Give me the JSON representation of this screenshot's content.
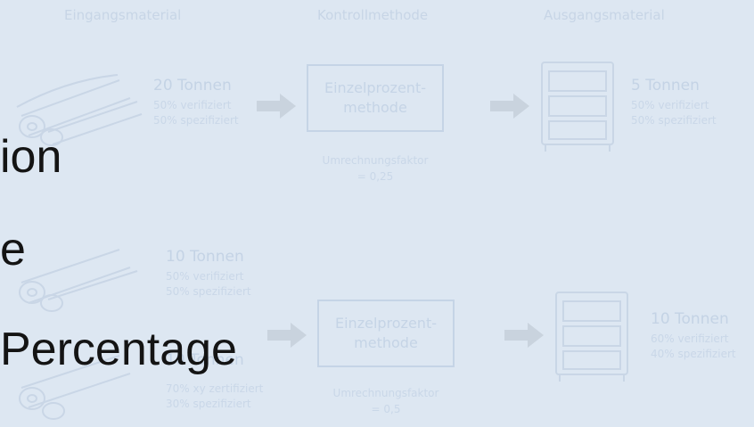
{
  "headers": {
    "input": "Eingangsmaterial",
    "method": "Kontrollmethode",
    "output": "Ausgangsmaterial"
  },
  "flow1": {
    "input_tons": "20 Tonnen",
    "input_verified": "50% verifiziert",
    "input_specified": "50% spezifiziert",
    "method_line1": "Einzelprozent-",
    "method_line2": "methode",
    "factor_line1": "Umrechnungsfaktor",
    "factor_line2": "= 0,25",
    "output_tons": "5 Tonnen",
    "output_verified": "50% verifiziert",
    "output_specified": "50% spezifiziert"
  },
  "flow2": {
    "input_a_tons": "10 Tonnen",
    "input_a_verified": "50% verifiziert",
    "input_a_specified": "50% spezifiziert",
    "input_b_tons": "10 Tonnen",
    "input_b_certified": "70% xy zertifiziert",
    "input_b_specified": "30% spezifiziert",
    "method_line1": "Einzelprozent-",
    "method_line2": "methode",
    "factor_line1": "Umrechnungsfaktor",
    "factor_line2": "= 0,5",
    "output_tons": "10 Tonnen",
    "output_verified": "60% verifiziert",
    "output_specified": "40% spezifiziert"
  },
  "overlay": {
    "line1": "ion",
    "line2": "e",
    "line3": "Percentage"
  },
  "colors": {
    "background": "#dde7f2",
    "faint_text": "#c4d3e5",
    "arrow": "#c9d3de",
    "overlay_text": "#141414"
  },
  "icons": {
    "logs": "logs-icon",
    "cabinet": "cabinet-icon",
    "arrow": "arrow-right-icon"
  }
}
